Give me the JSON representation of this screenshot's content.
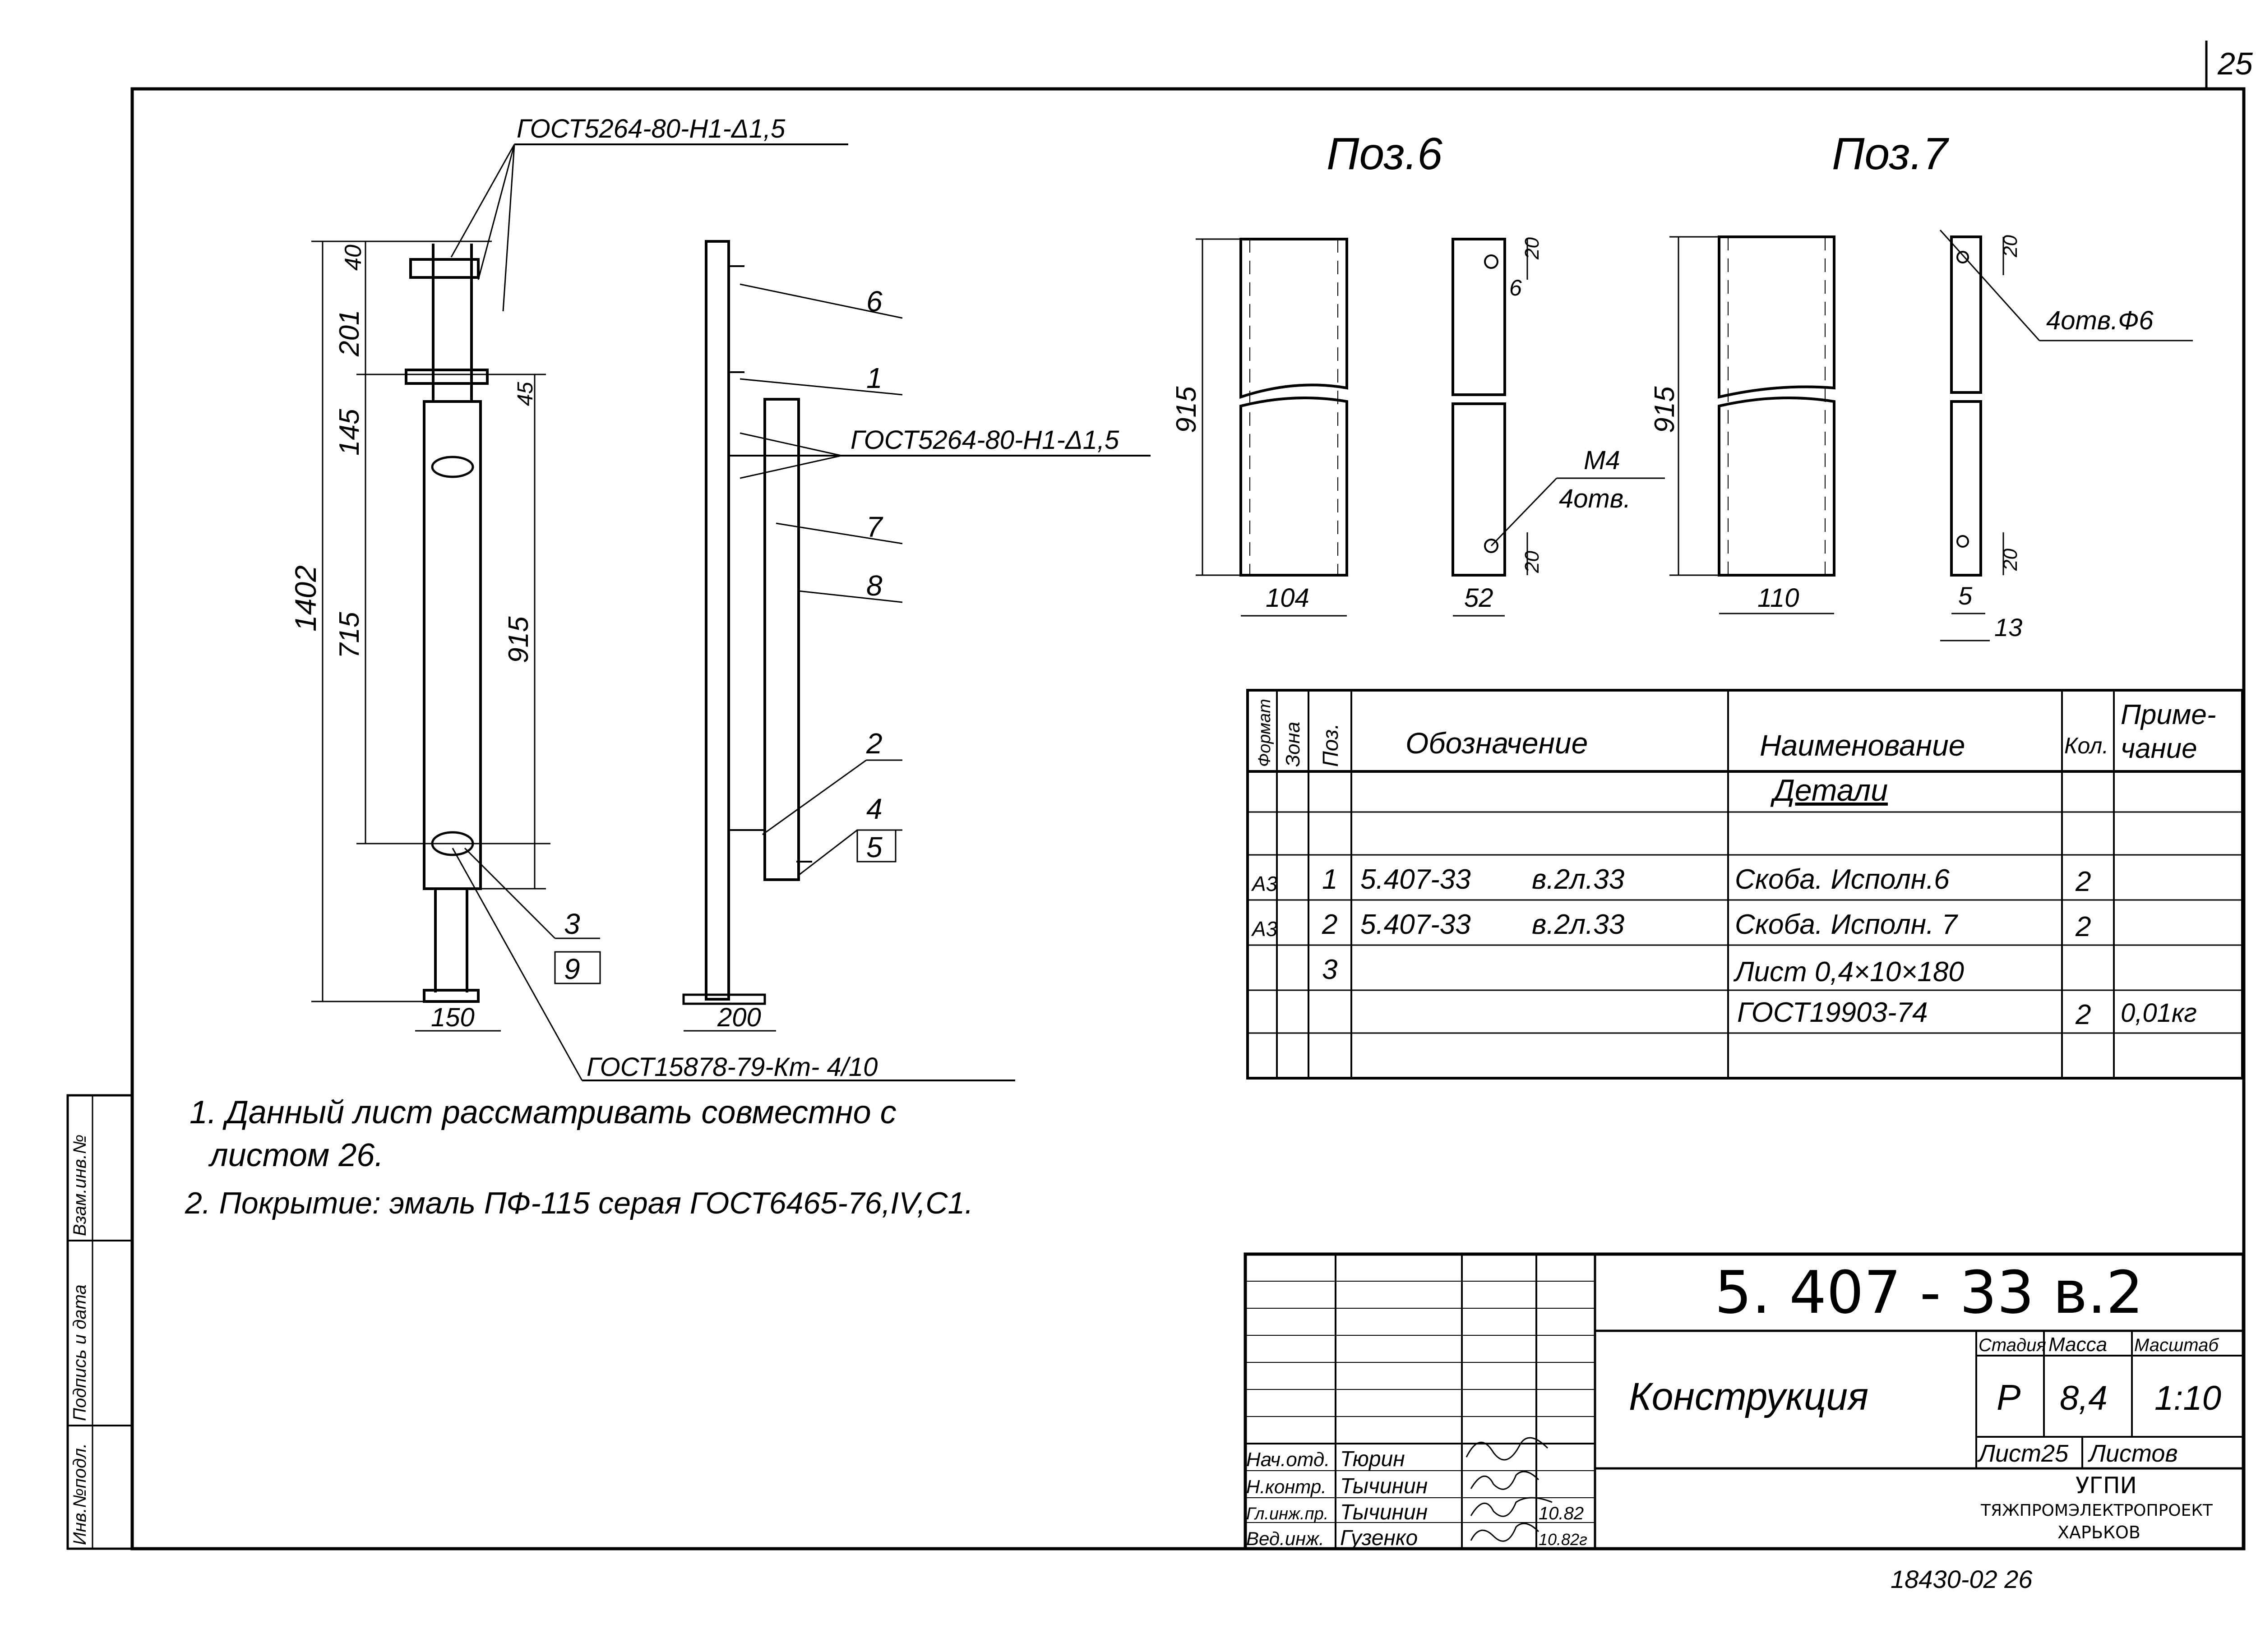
{
  "sheet": {
    "corner_number": "25",
    "pos6_title": "Поз.6",
    "pos7_title": "Поз.7",
    "bottom_note": "18430-02 26"
  },
  "weld_callouts": {
    "top": "ГОСТ5264-80-Н1-Δ1,5",
    "side": "ГОСТ5264-80-Н1-Δ1,5",
    "rivet": "ГОСТ15878-79-Кт- 4/10"
  },
  "dims_front": [
    "40",
    "201",
    "45",
    "145",
    "1402",
    "715",
    "915",
    "150"
  ],
  "dims_side": [
    "200"
  ],
  "positions_side": [
    "6",
    "1",
    "7",
    "8",
    "2",
    "4",
    "5",
    "3",
    "9"
  ],
  "dims_pos6": [
    "915",
    "104",
    "20",
    "6",
    "52",
    "20",
    "М4",
    "4отв."
  ],
  "dims_pos7": [
    "915",
    "110",
    "20",
    "4отв.Ф6",
    "20",
    "5",
    "13"
  ],
  "notes": [
    "1. Данный лист рассматривать совместно с",
    "листом 26.",
    "2. Покрытие: эмаль ПФ-115 серая ГОСТ6465-76,IV,С1."
  ],
  "spec_table": {
    "headers": [
      "Формат",
      "Зона",
      "Поз.",
      "Обозначение",
      "Наименование",
      "Кол.",
      "Приме-",
      "чание"
    ],
    "section": "Детали",
    "rows": [
      {
        "format": "А3",
        "zone": "",
        "pos": "1",
        "designation": "5.407-33",
        "sheet": "в.2л.33",
        "name": "Скоба. Исполн.6",
        "qty": "2",
        "note": ""
      },
      {
        "format": "А3",
        "zone": "",
        "pos": "2",
        "designation": "5.407-33",
        "sheet": "в.2л.33",
        "name": "Скоба. Исполн. 7",
        "qty": "2",
        "note": ""
      },
      {
        "format": "",
        "zone": "",
        "pos": "3",
        "designation": "",
        "sheet": "",
        "name": "Лист 0,4×10×180",
        "qty": "",
        "note": ""
      },
      {
        "format": "",
        "zone": "",
        "pos": "",
        "designation": "",
        "sheet": "",
        "name": "ГОСТ19903-74",
        "qty": "2",
        "note": "0,01кг"
      }
    ]
  },
  "side_stamp": [
    "Инв.№подл.",
    "Подпись и дата",
    "Взам.инв.№"
  ],
  "title_block": {
    "code": "5. 407 - 33 в.2",
    "name": "Конструкция",
    "stage_label": "Стадия",
    "mass_label": "Масса",
    "scale_label": "Масштаб",
    "stage": "Р",
    "mass": "8,4",
    "scale": "1:10",
    "sheet_label": "Лист25",
    "sheets_label": "Листов",
    "org": [
      "УГПИ",
      "ТЯЖПРОМЭЛЕКТРОПРОЕКТ",
      "ХАРЬКОВ"
    ],
    "people": [
      {
        "role": "Нач.отд.",
        "name": "Тюрин",
        "sign": "",
        "date": ""
      },
      {
        "role": "Н.контр.",
        "name": "Тычинин",
        "sign": "",
        "date": ""
      },
      {
        "role": "Гл.инж.пр.",
        "name": "Тычинин",
        "sign": "",
        "date": "10.82"
      },
      {
        "role": "Вед.инж.",
        "name": "Гузенко",
        "sign": "",
        "date": "10.82г"
      }
    ]
  }
}
